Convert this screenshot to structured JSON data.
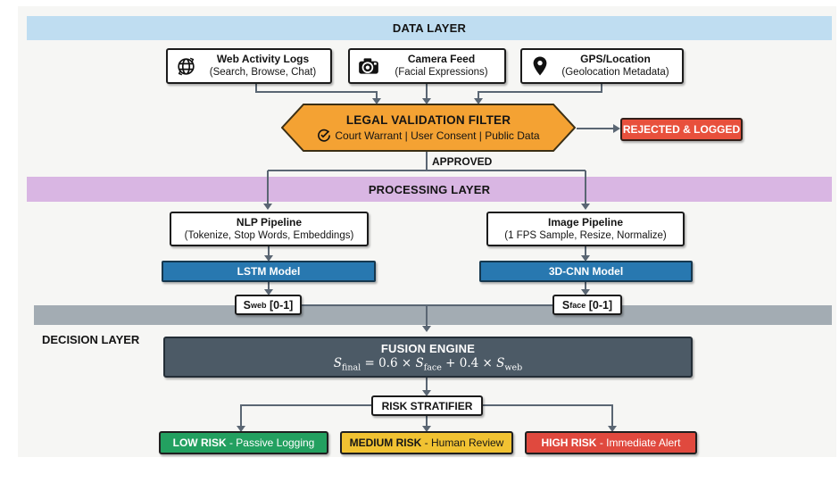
{
  "layers": {
    "data": {
      "label": "DATA LAYER"
    },
    "processing": {
      "label": "PROCESSING LAYER"
    },
    "decision": {
      "label": "DECISION LAYER"
    }
  },
  "sources": [
    {
      "icon": "globe-icon",
      "title": "Web Activity Logs",
      "subtitle": "(Search, Browse, Chat)"
    },
    {
      "icon": "camera-icon",
      "title": "Camera Feed",
      "subtitle": "(Facial Expressions)"
    },
    {
      "icon": "location-pin-icon",
      "title": "GPS/Location",
      "subtitle": "(Geolocation Metadata)"
    }
  ],
  "filter": {
    "title": "LEGAL VALIDATION FILTER",
    "icon": "check-circle-icon",
    "criteria": "Court Warrant | User Consent  | Public Data"
  },
  "rejected": {
    "label": "REJECTED & LOGGED"
  },
  "approved": {
    "label": "APPROVED"
  },
  "pipelines": [
    {
      "title": "NLP Pipeline",
      "subtitle": "(Tokenize, Stop Words, Embeddings)"
    },
    {
      "title": "Image Pipeline",
      "subtitle": "(1 FPS Sample, Resize, Normalize)"
    }
  ],
  "models": [
    {
      "label": "LSTM Model"
    },
    {
      "label": "3D-CNN Model"
    }
  ],
  "scores": [
    {
      "s": "S",
      "sub": "web",
      "range": " [0-1]"
    },
    {
      "s": "S",
      "sub": "face",
      "range": " [0-1]"
    }
  ],
  "fusion": {
    "title": "FUSION ENGINE",
    "formula": {
      "s1": "S",
      "sub1": "final",
      "mid1": " = 0.6 × ",
      "s2": "S",
      "sub2": "face",
      "mid2": " + 0.4 × ",
      "s3": "S",
      "sub3": "web"
    }
  },
  "stratifier": {
    "label": "RISK STRATIFIER"
  },
  "risks": [
    {
      "bold": "LOW RISK",
      "rest": " - Passive Logging",
      "color": "#23a060"
    },
    {
      "bold": "MEDIUM RISK",
      "rest": " - Human Review",
      "color": "#f1c232"
    },
    {
      "bold": "HIGH RISK",
      "rest": " - Immediate Alert",
      "color": "#e0493e"
    }
  ],
  "colors": {
    "band_data": "#bfddf1",
    "band_processing": "#d9b6e3",
    "band_decision": "#a3acb3",
    "filter_hexagon": "#f4a233",
    "model_box": "#2878b0",
    "rejected_box": "#e8503c",
    "fusion_box": "#4c5a66",
    "connector": "#5a6673"
  }
}
